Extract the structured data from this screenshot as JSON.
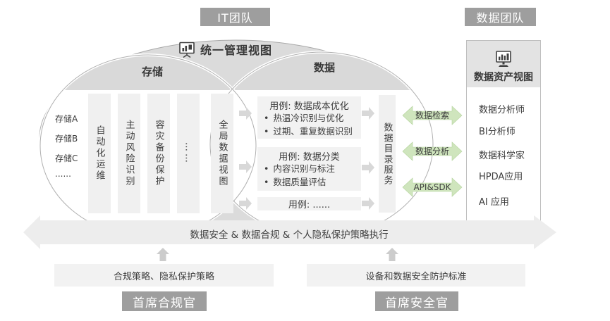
{
  "top": {
    "it_team_label": "IT团队",
    "data_team_label": "数据团队"
  },
  "unified_view": {
    "title": "统一管理视图",
    "icon": "presentation-chart-icon",
    "storage_header": "存储",
    "data_header": "数据"
  },
  "storage_sources": [
    "存储A",
    "存储B",
    "存储C",
    "......"
  ],
  "storage_capabilities": [
    "自动化运维",
    "主动风险识别",
    "容灾备份保护",
    "……",
    "全局数据视图"
  ],
  "use_cases": [
    {
      "title": "用例: 数据成本优化",
      "bullets": [
        "热温冷识别与优化",
        "过期、重复数据识别"
      ]
    },
    {
      "title": "用例: 数据分类",
      "bullets": [
        "内容识别与标注",
        "数据质量评估"
      ]
    },
    {
      "title": "用例: ......",
      "bullets": []
    }
  ],
  "data_catalog_service": "数据目录服务",
  "service_arrows": [
    "数据检索",
    "数据分析",
    "API&SDK"
  ],
  "asset_view": {
    "title": "数据资产视图",
    "icon": "monitor-chart-icon",
    "consumers": [
      "数据分析师",
      "BI分析师",
      "数据科学家",
      "HPDA应用",
      "AI 应用"
    ]
  },
  "governance": {
    "policy_arrow_label": "数据安全 & 数据合规 & 个人隐私保护策略执行",
    "compliance_policy_box": "合规策略、隐私保护策略",
    "security_standard_box": "设备和数据安全防护标准",
    "chief_compliance_officer": "首席合规官",
    "chief_security_officer": "首席安全官"
  },
  "colors": {
    "badge_bg": "#9e9e9e",
    "ellipse_band": "#dbdbdb",
    "lobe_crescent": "#d9d9d9",
    "bar_bg": "#f0f0f0",
    "box_bg": "#f2f2f2",
    "green_arrow": "#cfe5bd",
    "policy_arrow": "#ededed"
  }
}
